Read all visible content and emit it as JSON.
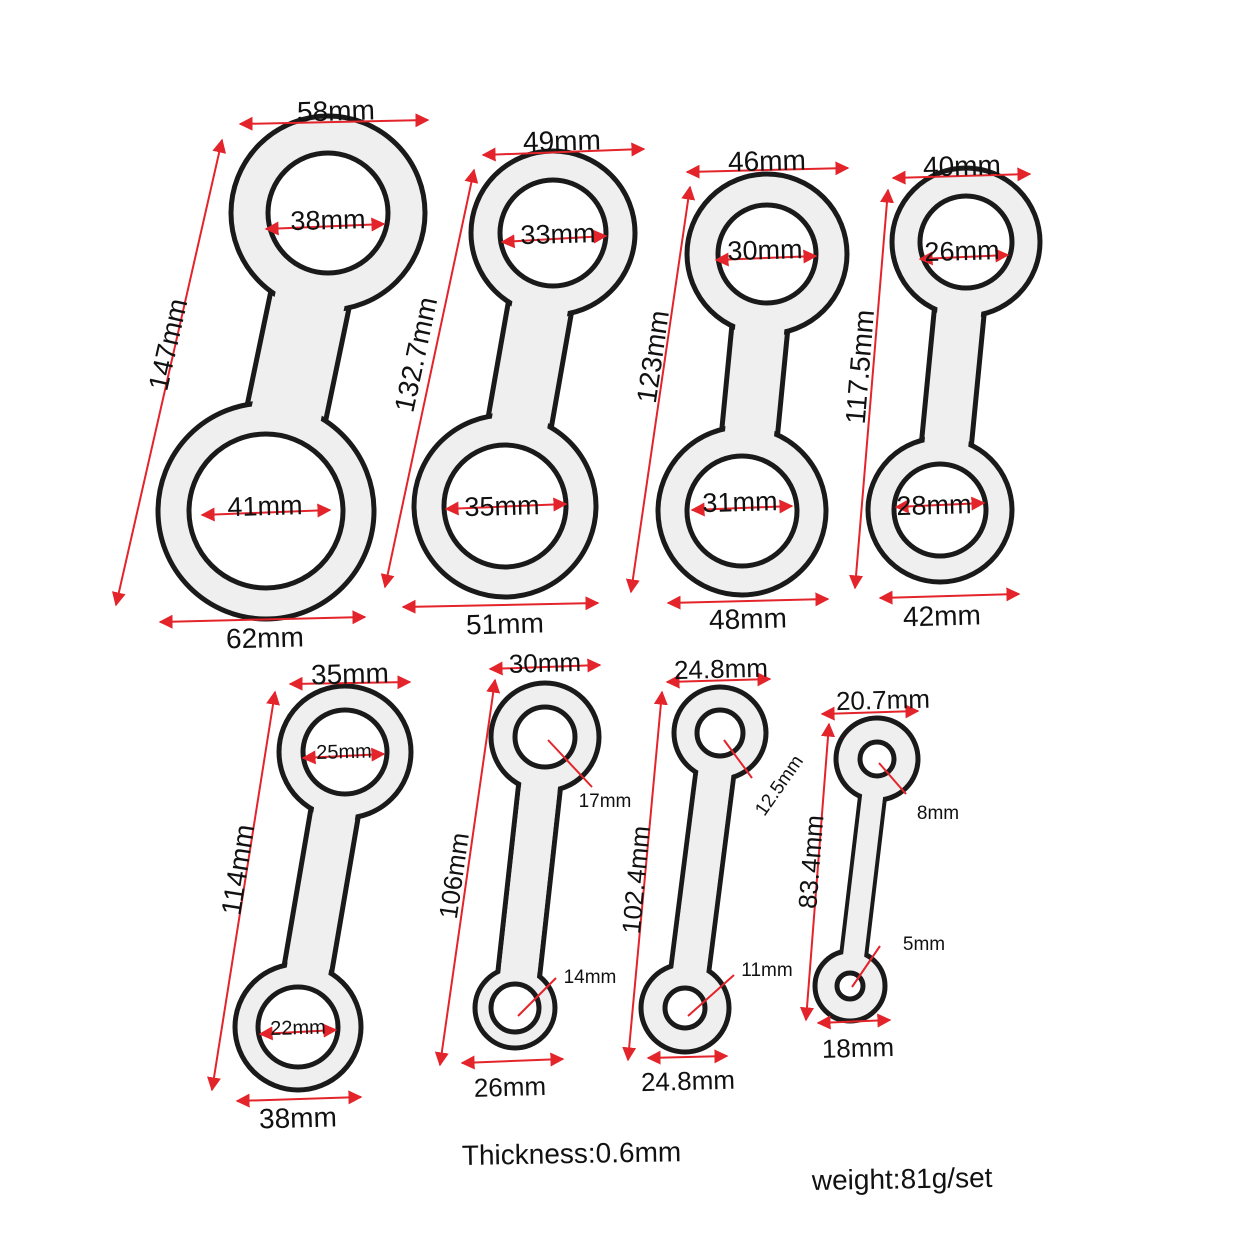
{
  "colors": {
    "part_fill": "#efefef",
    "part_stroke": "#1a1a1a",
    "dimension_line": "#e3242b",
    "text": "#111111",
    "background": "#ffffff"
  },
  "parts": [
    {
      "top_width": "58mm",
      "top_hole": "38mm",
      "length": "147mm",
      "bottom_hole": "41mm",
      "bottom_width": "62mm"
    },
    {
      "top_width": "49mm",
      "top_hole": "33mm",
      "length": "132.7mm",
      "bottom_hole": "35mm",
      "bottom_width": "51mm"
    },
    {
      "top_width": "46mm",
      "top_hole": "30mm",
      "length": "123mm",
      "bottom_hole": "31mm",
      "bottom_width": "48mm"
    },
    {
      "top_width": "40mm",
      "top_hole": "26mm",
      "length": "117.5mm",
      "bottom_hole": "28mm",
      "bottom_width": "42mm"
    },
    {
      "top_width": "35mm",
      "top_hole": "25mm",
      "length": "114mm",
      "bottom_hole": "22mm",
      "bottom_width": "38mm"
    },
    {
      "top_width": "30mm",
      "top_hole": "17mm",
      "length": "106mm",
      "bottom_hole": "14mm",
      "bottom_width": "26mm"
    },
    {
      "top_width": "24.8mm",
      "top_hole": "12.5mm",
      "length": "102.4mm",
      "bottom_hole": "11mm",
      "bottom_width": "24.8mm"
    },
    {
      "top_width": "20.7mm",
      "top_hole": "8mm",
      "length": "83.4mm",
      "bottom_hole": "5mm",
      "bottom_width": "18mm"
    }
  ],
  "notes": {
    "thickness": "Thickness:0.6mm",
    "weight": "weight:81g/set"
  }
}
